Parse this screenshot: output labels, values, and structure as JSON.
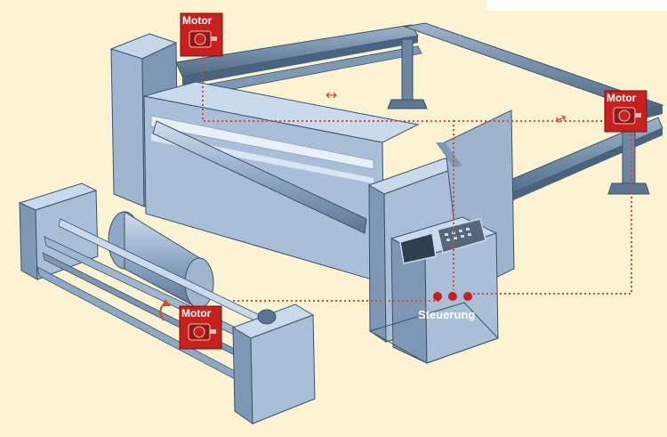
{
  "motors": [
    {
      "label": "Motor"
    },
    {
      "label": "Motor"
    },
    {
      "label": "Motor"
    }
  ],
  "control": {
    "label": "Steuerung"
  },
  "arrows": [
    "↔",
    "↔"
  ],
  "colors": {
    "background": "#fbf3d2",
    "machine_light": "#b9cde2",
    "machine_mid": "#8fa8c4",
    "machine_dark": "#5b7593",
    "motor_red": "#c8201e",
    "signal_line": "#d44a2e"
  }
}
